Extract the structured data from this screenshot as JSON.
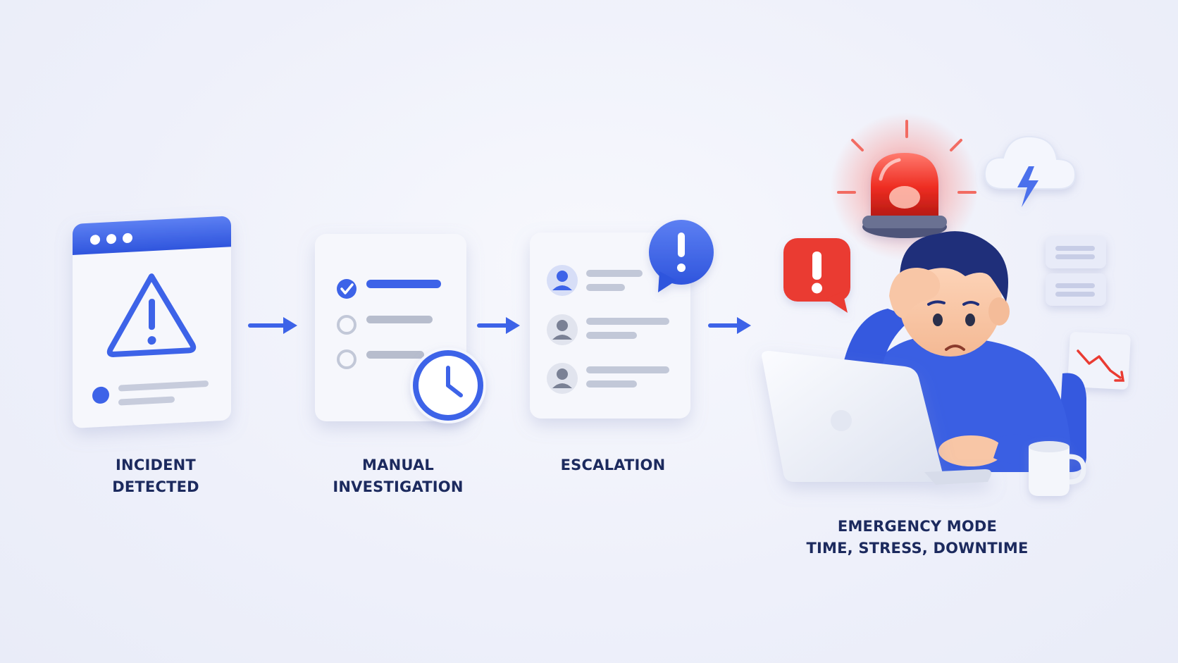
{
  "steps": [
    {
      "lines": [
        "INCIDENT",
        "DETECTED"
      ]
    },
    {
      "lines": [
        "MANUAL",
        "INVESTIGATION"
      ]
    },
    {
      "lines": [
        "ESCALATION"
      ]
    },
    {
      "lines": [
        "EMERGENCY MODE",
        "TIME, STRESS, DOWNTIME"
      ]
    }
  ],
  "colors": {
    "accent": "#3d63e8",
    "alert": "#e8392f",
    "text": "#1c2a5e",
    "card": "#f7f8fc",
    "muted": "#c2c8d8"
  }
}
